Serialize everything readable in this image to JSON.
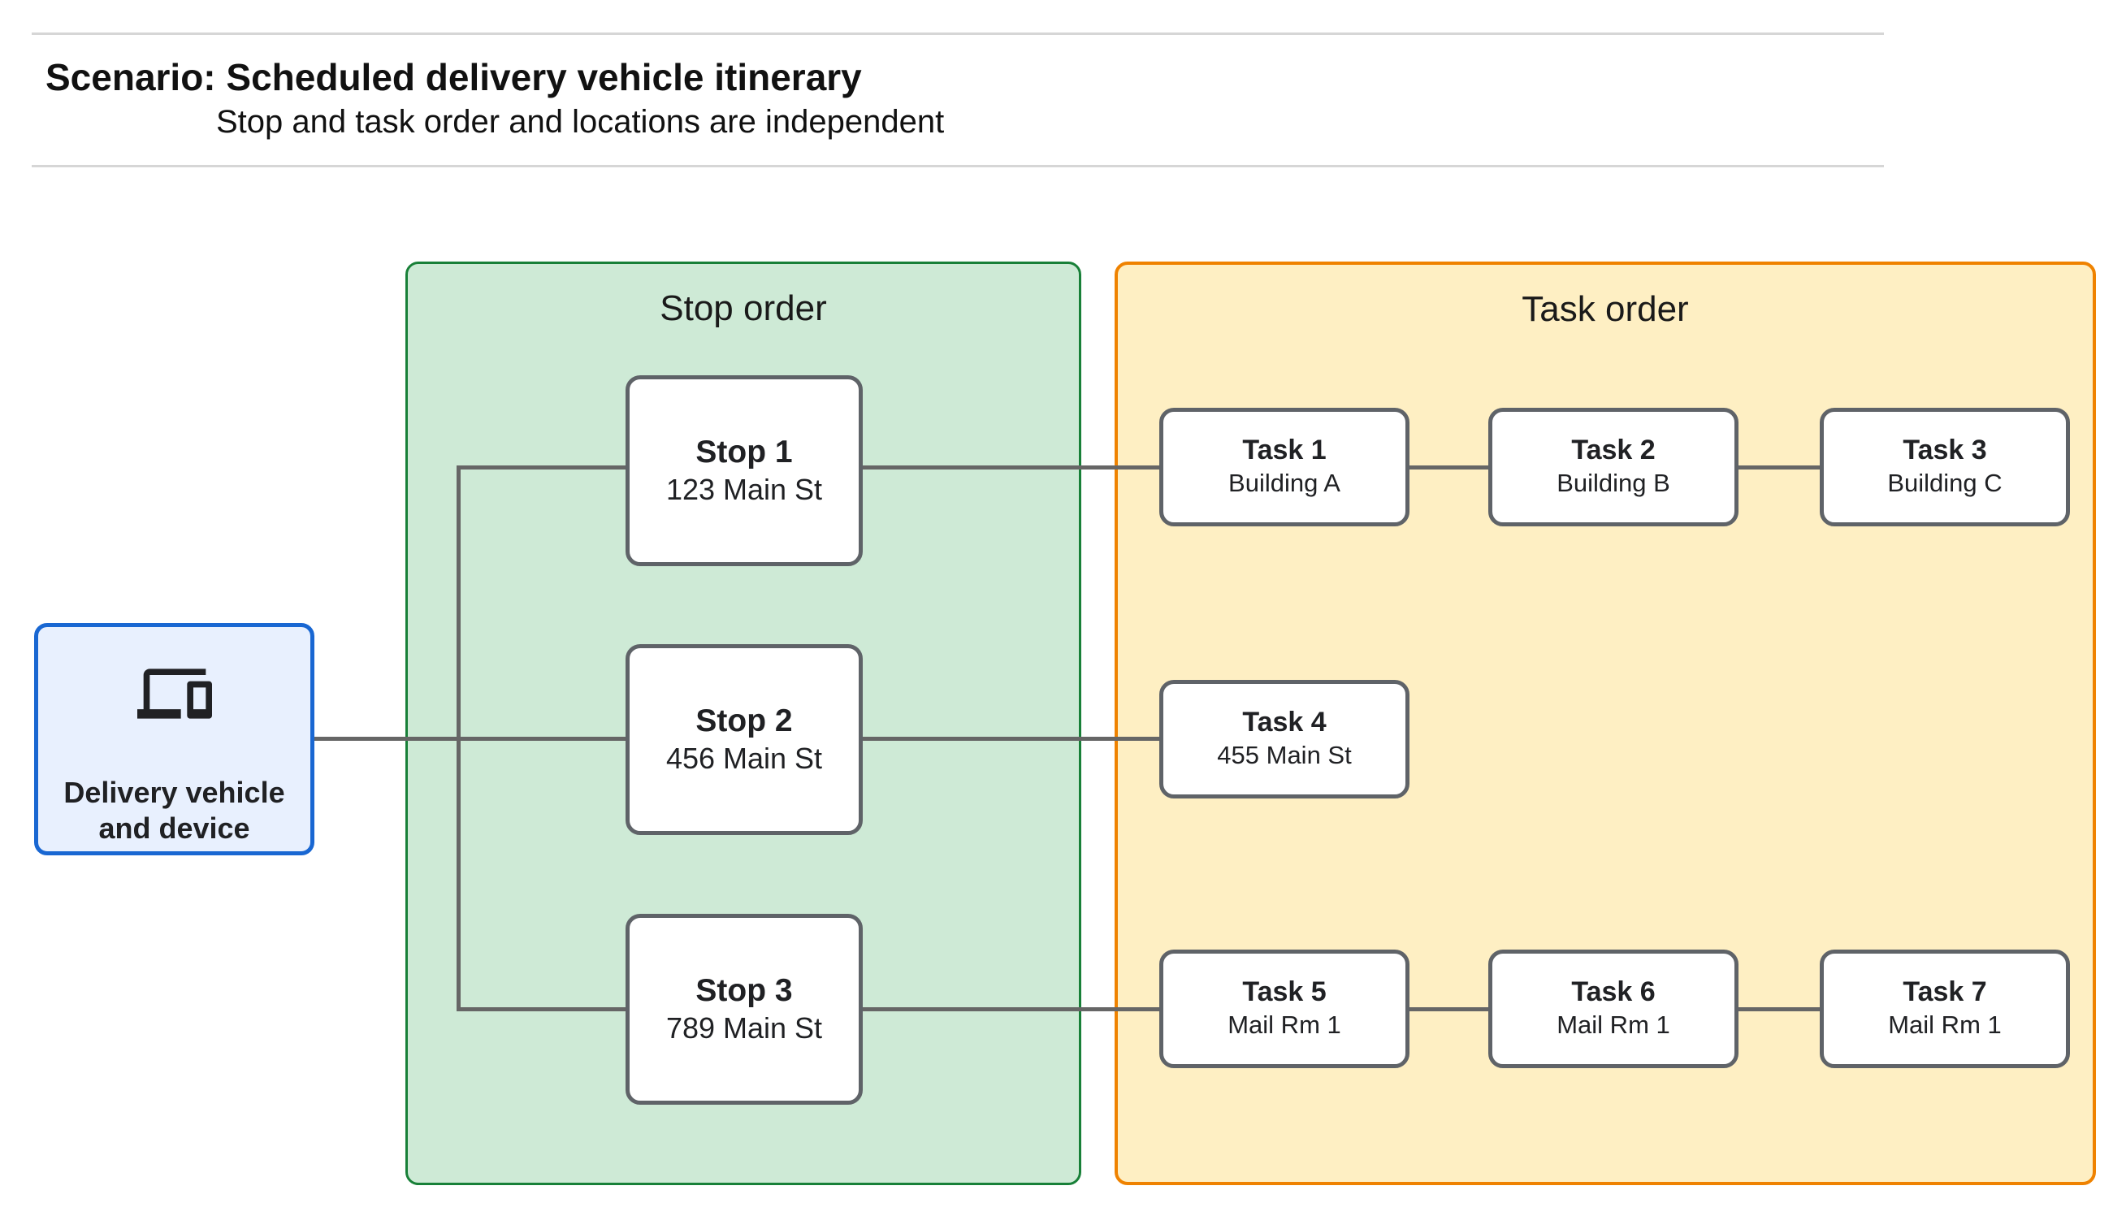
{
  "page": {
    "title": "Scenario: Scheduled delivery vehicle itinerary",
    "subtitle": "Stop and task order and locations are independent"
  },
  "device_node": {
    "icon": "devices-icon",
    "label_line1": "Delivery vehicle",
    "label_line2": "and device"
  },
  "groups": {
    "stop_order": {
      "title": "Stop order"
    },
    "task_order": {
      "title": "Task order"
    }
  },
  "stops": [
    {
      "title": "Stop 1",
      "address": "123 Main St"
    },
    {
      "title": "Stop 2",
      "address": "456 Main St"
    },
    {
      "title": "Stop 3",
      "address": "789 Main St"
    }
  ],
  "tasks": [
    {
      "title": "Task 1",
      "location": "Building A"
    },
    {
      "title": "Task 2",
      "location": "Building B"
    },
    {
      "title": "Task 3",
      "location": "Building C"
    },
    {
      "title": "Task 4",
      "location": "455 Main St"
    },
    {
      "title": "Task 5",
      "location": "Mail Rm 1"
    },
    {
      "title": "Task 6",
      "location": "Mail Rm 1"
    },
    {
      "title": "Task 7",
      "location": "Mail Rm 1"
    }
  ],
  "colors": {
    "stop-group-fill": "#ceead6",
    "stop-group-border": "#188038",
    "task-group-fill": "#feefc3",
    "task-group-border": "#ef8200",
    "device-fill": "#e8f0fe",
    "device-border": "#1967d2",
    "node-border": "#5f6368",
    "connector": "#666666",
    "divider": "#d6d6d6",
    "text": "#202124"
  }
}
